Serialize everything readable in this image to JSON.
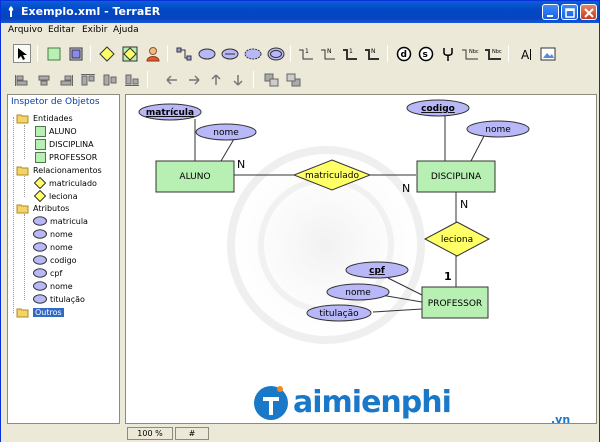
{
  "window": {
    "title": "Exemplo.xml - TerraER"
  },
  "menu": [
    "Arquivo",
    "Editar",
    "Exibir",
    "Ajuda"
  ],
  "sidebar": {
    "title": "Inspetor de Objetos",
    "groups": [
      {
        "label": "Entidades",
        "items": [
          "ALUNO",
          "DISCIPLINA",
          "PROFESSOR"
        ]
      },
      {
        "label": "Relacionamentos",
        "items": [
          "matriculado",
          "leciona"
        ]
      },
      {
        "label": "Atributos",
        "items": [
          "matricula",
          "nome",
          "nome",
          "codigo",
          "cpf",
          "nome",
          "titulação"
        ]
      },
      {
        "label": "Outros",
        "items": []
      }
    ]
  },
  "diagram": {
    "entities": [
      {
        "name": "ALUNO"
      },
      {
        "name": "DISCIPLINA"
      },
      {
        "name": "PROFESSOR"
      }
    ],
    "relationships": [
      {
        "name": "matriculado"
      },
      {
        "name": "leciona"
      }
    ],
    "attributes": [
      {
        "name": "matrícula",
        "key": true,
        "entity": "ALUNO"
      },
      {
        "name": "nome",
        "key": false,
        "entity": "ALUNO"
      },
      {
        "name": "codigo",
        "key": true,
        "entity": "DISCIPLINA"
      },
      {
        "name": "nome",
        "key": false,
        "entity": "DISCIPLINA"
      },
      {
        "name": "cpf",
        "key": true,
        "entity": "PROFESSOR"
      },
      {
        "name": "nome",
        "key": false,
        "entity": "PROFESSOR"
      },
      {
        "name": "titulação",
        "key": false,
        "entity": "PROFESSOR"
      }
    ],
    "cardinalities": {
      "aluno_matriculado": "N",
      "disciplina_matriculado": "N",
      "disciplina_leciona": "N",
      "professor_leciona": "1"
    }
  },
  "status": {
    "zoom": "100 %",
    "grid": "#"
  },
  "watermark": {
    "text": "aimienphi",
    "suffix": ".vn"
  },
  "colors": {
    "entity_fill": "#b7f0b2",
    "relationship_fill": "#ffff66",
    "attribute_fill": "#b8b8f8",
    "titlebar": "#0a5fd8"
  }
}
